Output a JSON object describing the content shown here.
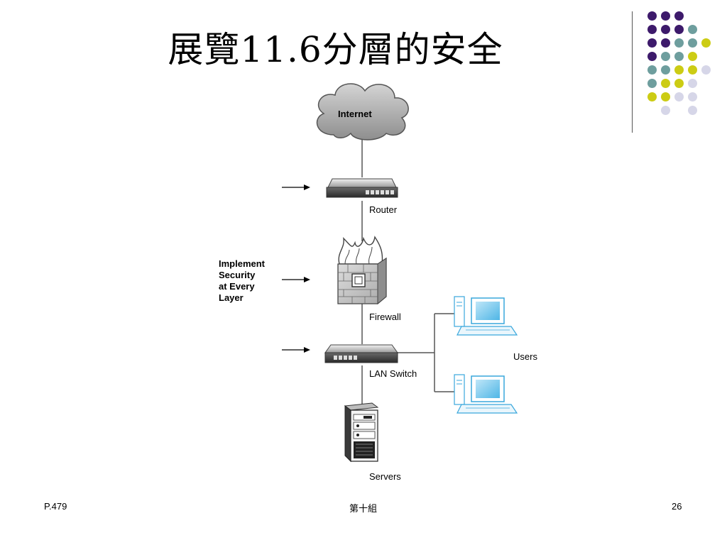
{
  "slide": {
    "title": "展覽11.6分層的安全",
    "footer_left": "P.479",
    "footer_center": "第十組",
    "footer_right": "26"
  },
  "diagram": {
    "cloud_label": "Internet",
    "router_label": "Router",
    "firewall_label": "Firewall",
    "switch_label": "LAN Switch",
    "servers_label": "Servers",
    "users_label": "Users",
    "side_note": [
      "Implement",
      "Security",
      "at Every",
      "Layer"
    ]
  },
  "colors": {
    "purple": "#3d1a6b",
    "teal": "#6e9e9e",
    "yellow": "#cccc14",
    "lavender": "#d6d6e8",
    "monitor_blue": "#3fb3e8"
  }
}
